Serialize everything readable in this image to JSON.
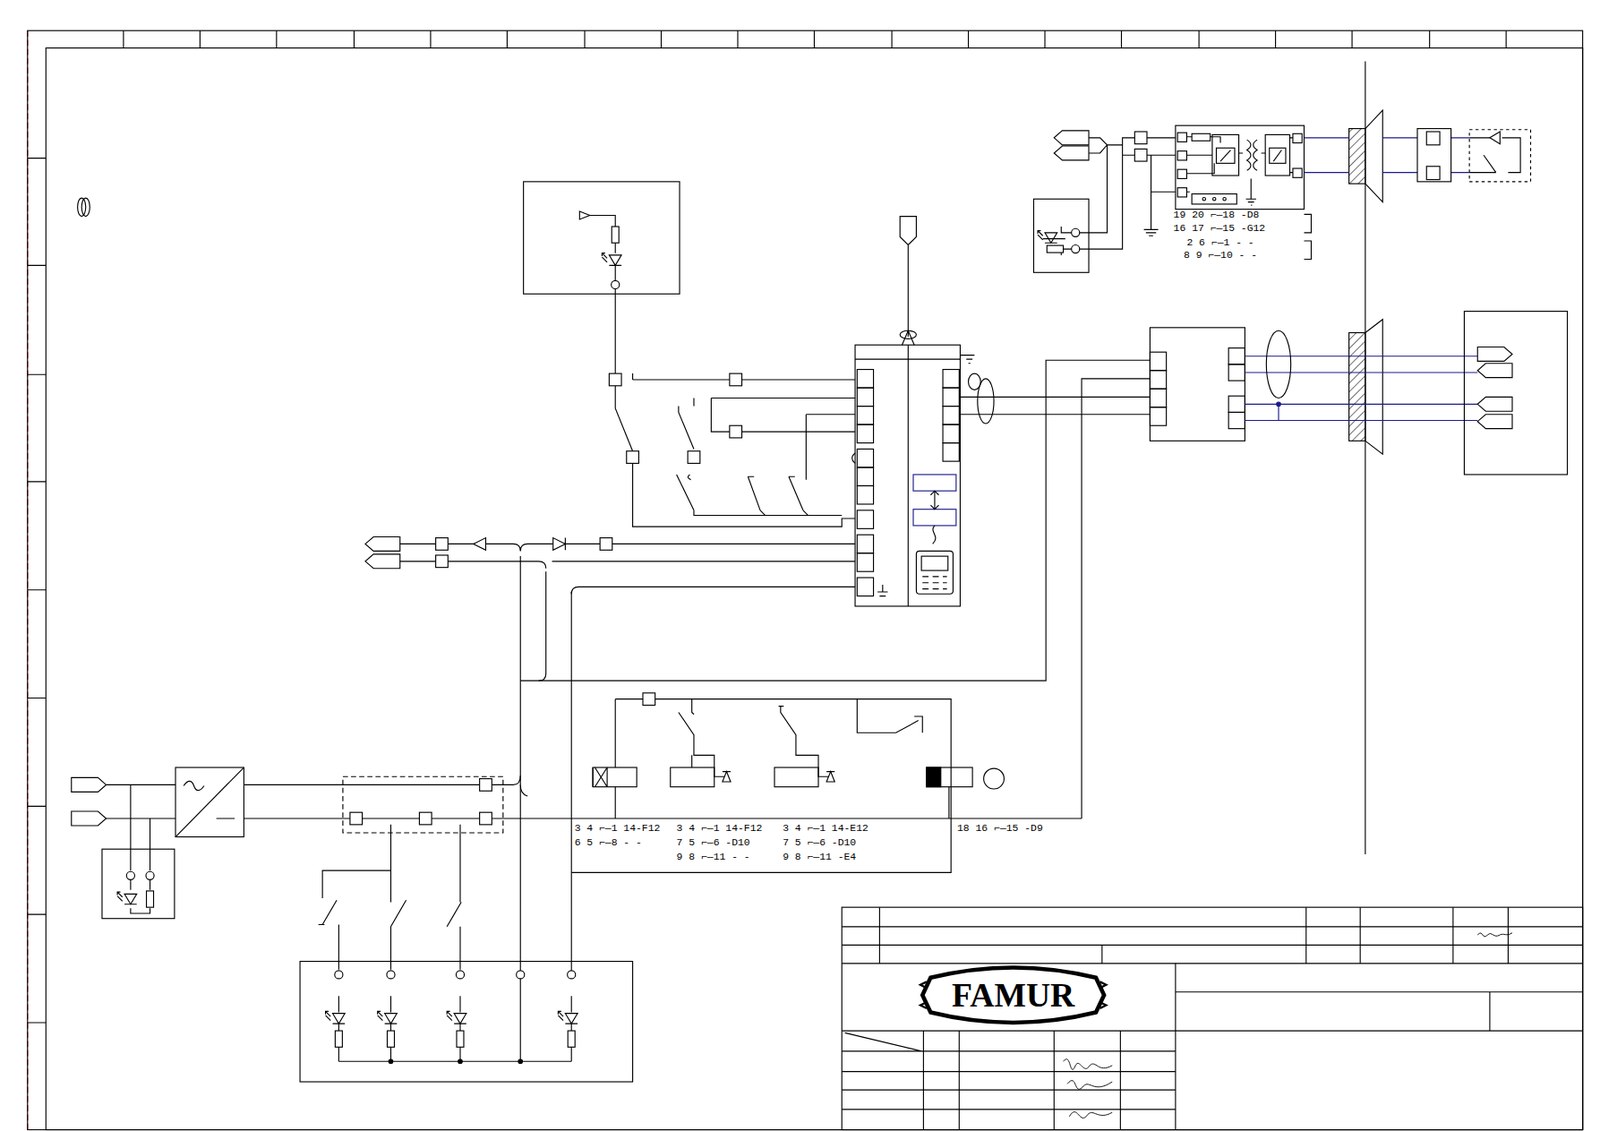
{
  "diagram": {
    "nodes": [
      {
        "text": [
          "FAMUR"
        ]
      }
    ],
    "labels": [
      "19 20 ⌐—18 -D8",
      "16 17 ⌐—15 -G12",
      "2 6 ⌐—1 - -",
      "8 9 ⌐—10 - -",
      "3 4 ⌐—1 14-F12",
      "6 5 ⌐—8 - -",
      "3 4 ⌐—1 14-F12",
      "7 5 ⌐—6 -D10",
      "9 8 ⌐—11 - -",
      "3 4 ⌐—1 14-E12",
      "7 5 ⌐—6 -D10",
      "9 8 ⌐—11 -E4",
      "18 16 ⌐—15 -D9"
    ]
  }
}
